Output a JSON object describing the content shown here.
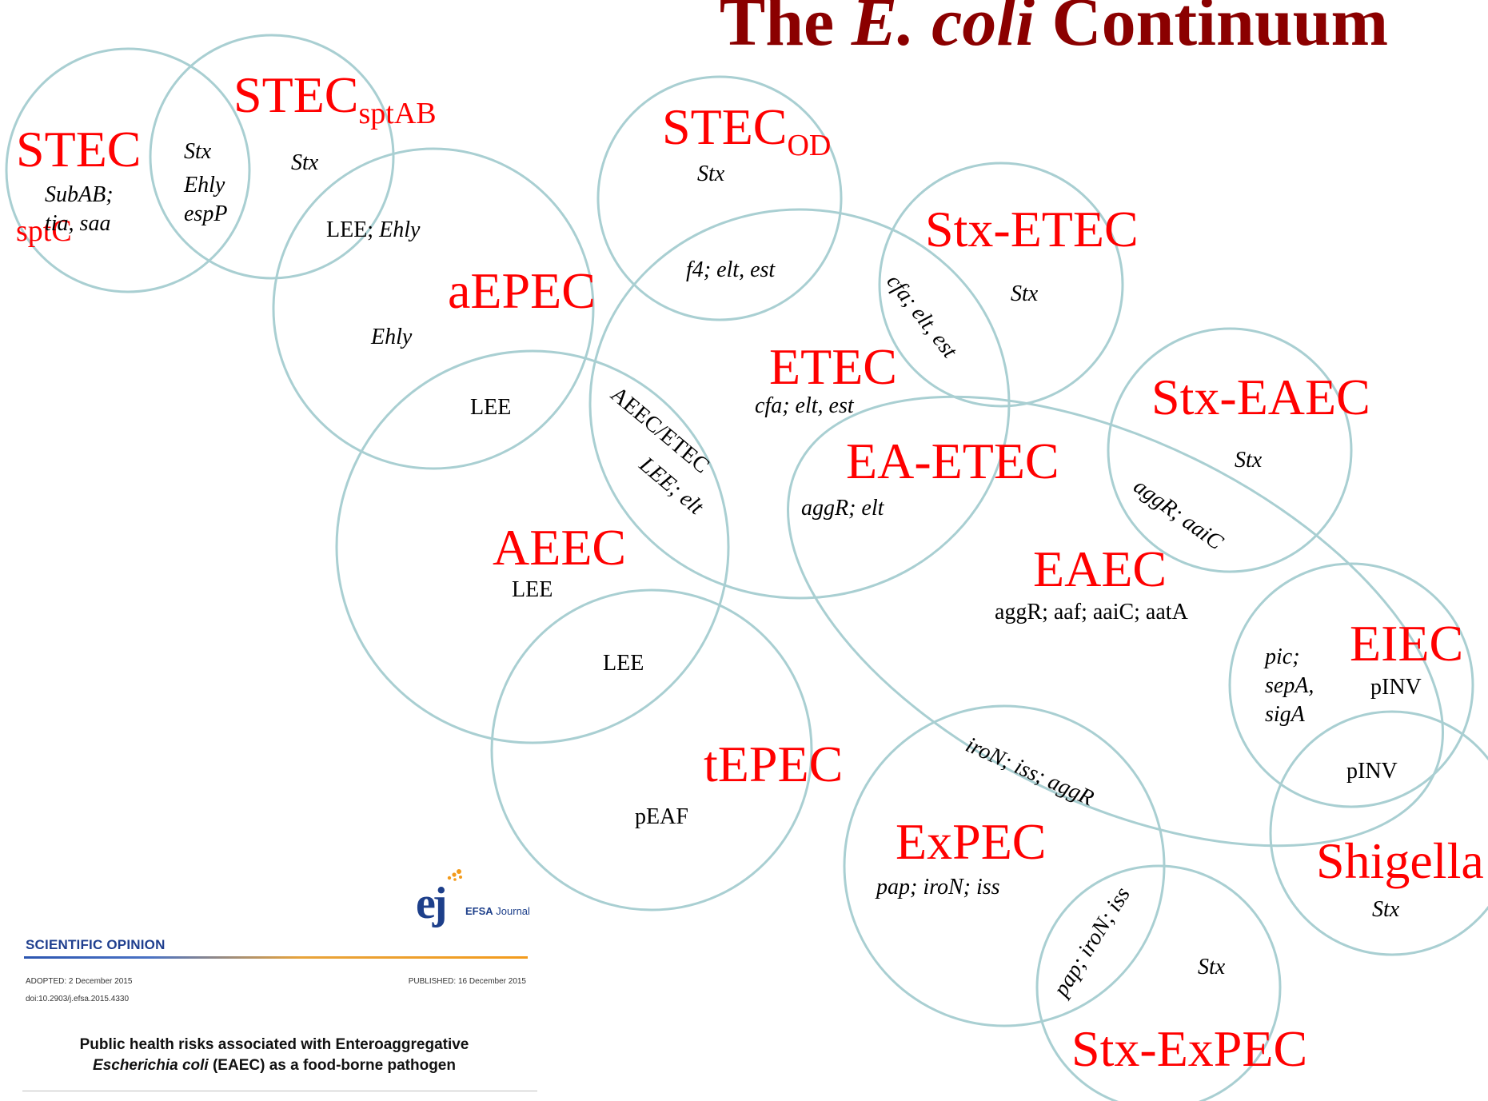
{
  "title": {
    "part1": "The ",
    "part2": "E. coli",
    "part3": " Continuum"
  },
  "colors": {
    "title": "#8b0000",
    "group_label": "#ff0000",
    "circle_stroke": "#a9cfd2",
    "gene_text": "#000000"
  },
  "groups": {
    "stec": "STEC",
    "sptc": "sptC",
    "stec_sptab": "STEC",
    "stec_sptab_sub": "sptAB",
    "stec_od": "STEC",
    "stec_od_sub": "OD",
    "stx_etec": "Stx-ETEC",
    "aepec": "aEPEC",
    "etec": "ETEC",
    "stx_eaec": "Stx-EAEC",
    "ea_etec": "EA-ETEC",
    "eaec": "EAEC",
    "aeec": "AEEC",
    "eiec": "EIEC",
    "tepec": "tEPEC",
    "shigella": "Shigella",
    "expec": "ExPEC",
    "stx_expec": "Stx-ExPEC"
  },
  "genes": {
    "stec_subab": "SubAB;",
    "stec_tia": "tia, saa",
    "overlap_stx": "Stx",
    "overlap_ehly": "Ehly",
    "overlap_espp": "espP",
    "sptab_stx": "Stx",
    "lee_ehly_lee": "LEE; ",
    "lee_ehly_ehly": "Ehly",
    "aepec_ehly": "Ehly",
    "aepec_lee": "LEE",
    "stecod_stx": "Stx",
    "f4": "f4; elt, est",
    "cfa_diag": "cfa; elt, est",
    "stxetec_stx": "Stx",
    "etec_cfa": "cfa; elt, est",
    "aeec_etec": "AEEC/ETEC",
    "lee_elt": "LEE; elt",
    "aeec_lee": "LEE",
    "tepec_lee": "LEE",
    "ea_etec_aggr": "aggR; elt",
    "stxeaec_stx": "Stx",
    "aggr_aaic": "aggR; aaiC",
    "eaec_genes": "aggR; aaf; aaiC; aatA",
    "pic": "pic;",
    "sepa": "sepA,",
    "siga": "sigA",
    "eiec_pinv": "pINV",
    "shigella_pinv": "pINV",
    "pepaf": "pEAF",
    "iron_iss_aggr": "iroN; iss; aggR",
    "expec_genes": "pap; iroN; iss",
    "pap_diag": "pap; iroN; iss",
    "shigella_stx": "Stx",
    "stxexpec_stx": "Stx"
  },
  "efsa": {
    "section": "SCIENTIFIC OPINION",
    "adopted": "ADOPTED: 2 December 2015",
    "published": "PUBLISHED: 16 December 2015",
    "doi": "doi:10.2903/j.efsa.2015.4330",
    "title_line1": "Public health risks associated with Enteroaggregative",
    "title_line2_italic": "Escherichia coli",
    "title_line2_rest": " (EAEC) as a food-borne pathogen",
    "logo_mark": "ej",
    "logo_brand": "EFSA",
    "logo_word": " Journal",
    "logo_color": "#1d3f8a",
    "logo_dot_color": "#f39b1c"
  }
}
